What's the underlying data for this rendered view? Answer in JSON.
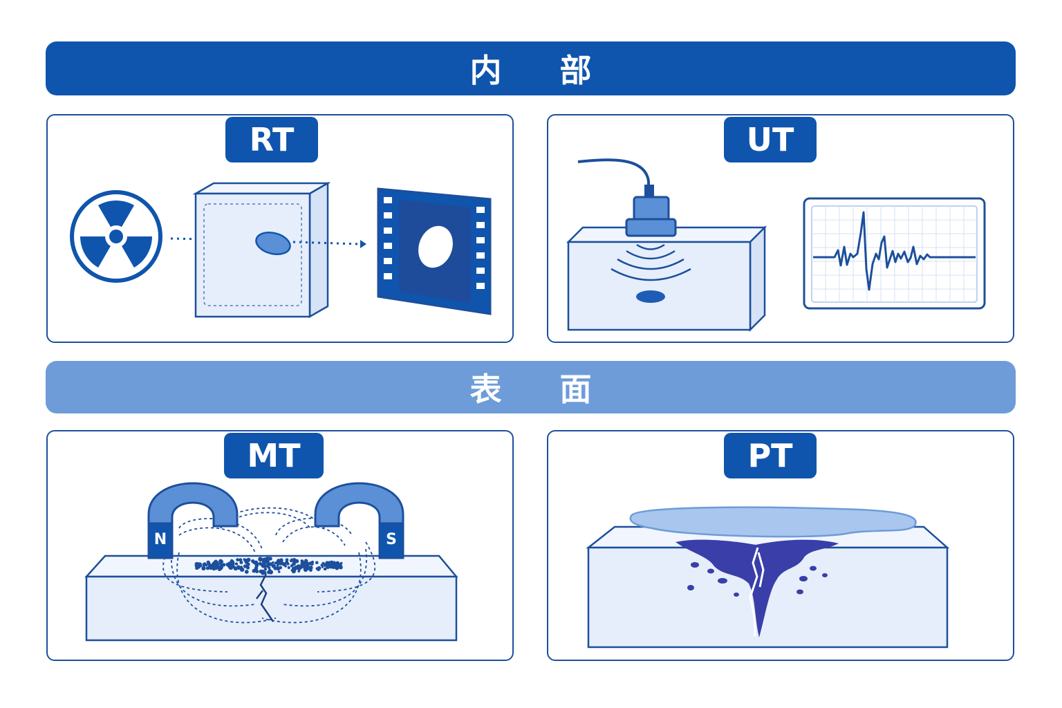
{
  "sections": {
    "internal": {
      "label": "内 部"
    },
    "surface": {
      "label": "表 面"
    }
  },
  "methods": {
    "rt": {
      "label": "RT"
    },
    "ut": {
      "label": "UT"
    },
    "mt": {
      "label": "MT"
    },
    "pt": {
      "label": "PT"
    }
  },
  "magnet_poles": {
    "north": "N",
    "south": "S"
  },
  "colors": {
    "primary": "#0f55ad",
    "light_band": "#6d9cd8",
    "outline": "#1c4f9c",
    "block_fill": "#e6eefb",
    "dye": "#3a3ea8"
  }
}
